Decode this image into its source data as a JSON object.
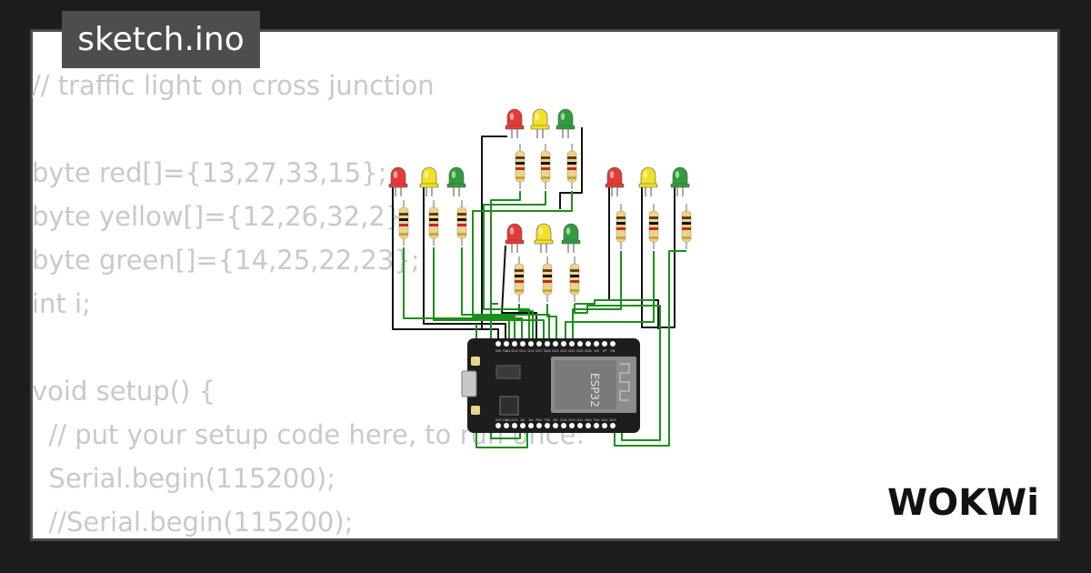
{
  "tab": {
    "title": "sketch.ino"
  },
  "code": {
    "lines": [
      "// traffic light on cross junction",
      "",
      "byte red[]={13,27,33,15};",
      "byte yellow[]={12,26,32,2};",
      "byte green[]={14,25,22,23};",
      "int i;",
      "",
      "void setup() {",
      "  // put your setup code here, to run once:",
      "  Serial.begin(115200);",
      "  //Serial.begin(115200);"
    ]
  },
  "board": {
    "chip_label": "ESP32",
    "top_pins": [
      "VIN",
      "GND",
      "D13",
      "D12",
      "D14",
      "D27",
      "D26",
      "D25",
      "D33",
      "D32",
      "D35",
      "D34",
      "VN",
      "VP",
      "EN"
    ],
    "bottom_pins": [
      "3V3",
      "GND",
      "D15",
      "D2",
      "D4",
      "RX2",
      "TX2",
      "D5",
      "D18",
      "D19",
      "D21",
      "RX0",
      "TX0",
      "D22",
      "D23"
    ]
  },
  "led_colors": {
    "red": "#e53935",
    "yellow": "#f2e124",
    "green": "#2e9d3a"
  },
  "wire_colors": {
    "black": "#111111",
    "green": "#1a8f1a"
  },
  "logo": {
    "text": "WOKWi"
  }
}
